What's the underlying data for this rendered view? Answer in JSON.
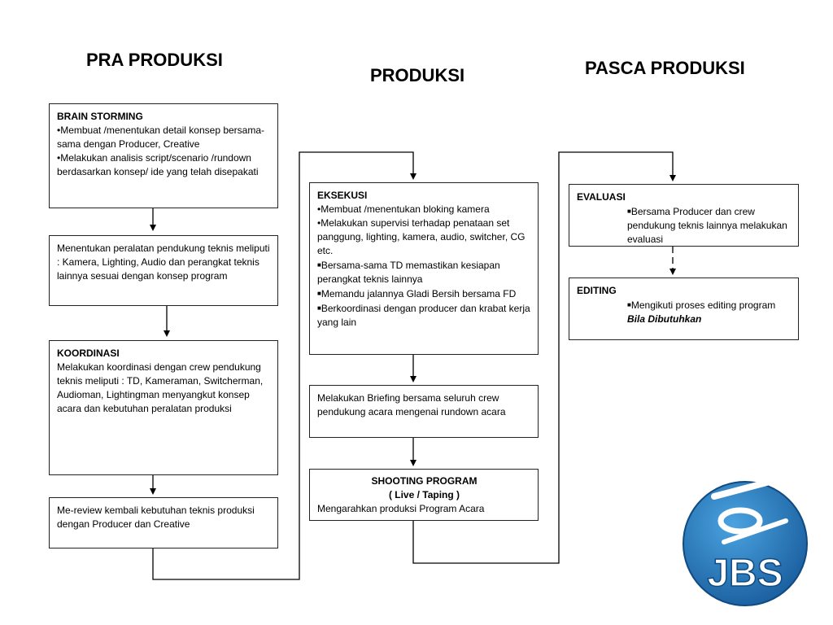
{
  "headings": {
    "pra": "PRA PRODUKSI",
    "produksi": "PRODUKSI",
    "pasca": "PASCA PRODUKSI"
  },
  "pra": {
    "brainstorm": {
      "title": "BRAIN STORMING",
      "b1": "•Membuat /menentukan detail konsep bersama-sama dengan Producer, Creative",
      "b2": "•Melakukan analisis script/scenario /rundown berdasarkan konsep/ ide yang telah disepakati"
    },
    "peralatan": "Menentukan peralatan pendukung teknis meliputi : Kamera, Lighting, Audio dan perangkat teknis lainnya sesuai dengan konsep program",
    "koordinasi": {
      "title": "KOORDINASI",
      "text": "Melakukan koordinasi dengan crew pendukung teknis meliputi : TD, Kameraman, Switcherman, Audioman, Lightingman menyangkut konsep acara dan kebutuhan peralatan produksi"
    },
    "review": "Me-review kembali kebutuhan teknis produksi dengan Producer dan Creative"
  },
  "produksi": {
    "eksekusi": {
      "title": "EKSEKUSI",
      "b1": "•Membuat /menentukan bloking kamera",
      "b2": "•Melakukan supervisi terhadap penataan set panggung, lighting, kamera, audio, switcher, CG etc.",
      "b3": "Bersama-sama TD memastikan kesiapan perangkat teknis lainnya",
      "b4": "Memandu jalannya Gladi Bersih bersama FD",
      "b5": "Berkoordinasi dengan producer dan krabat kerja yang lain"
    },
    "briefing": "Melakukan Briefing bersama seluruh crew pendukung acara mengenai rundown acara",
    "shooting": {
      "title": "SHOOTING PROGRAM",
      "sub": "( Live / Taping )",
      "text": "Mengarahkan produksi Program Acara"
    }
  },
  "pasca": {
    "evaluasi": {
      "title": "EVALUASI",
      "text": "Bersama Producer dan crew pendukung teknis lainnya melakukan evaluasi"
    },
    "editing": {
      "title": "EDITING",
      "text": "Mengikuti proses editing program",
      "note": "Bila Dibutuhkan"
    }
  },
  "logo": {
    "text": "JBS",
    "color": "#1a6fb5"
  }
}
